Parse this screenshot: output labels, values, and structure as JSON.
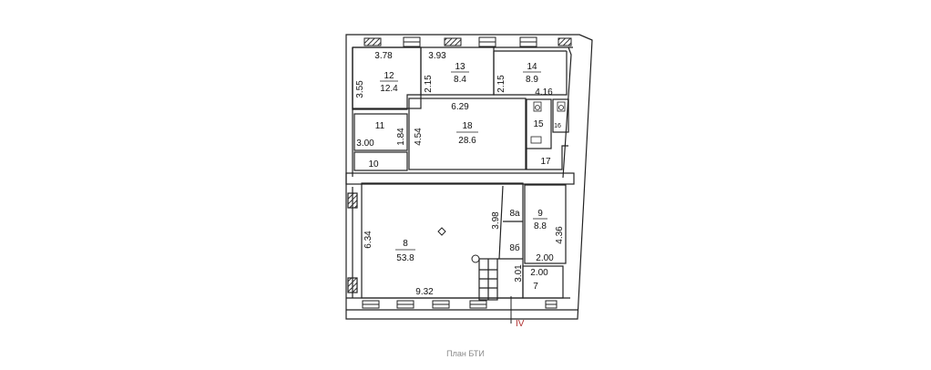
{
  "caption": "План БТИ",
  "section_marker": "IV",
  "colors": {
    "wall": "#222222",
    "hatch": "#333333",
    "section_marker": "#b03030",
    "caption": "#8a8a8a",
    "background": "#ffffff"
  },
  "rooms": [
    {
      "id": "12",
      "area": "12.4"
    },
    {
      "id": "13",
      "area": "8.4"
    },
    {
      "id": "14",
      "area": "8.9"
    },
    {
      "id": "18",
      "area": "28.6"
    },
    {
      "id": "11"
    },
    {
      "id": "10"
    },
    {
      "id": "15"
    },
    {
      "id": "16"
    },
    {
      "id": "17"
    },
    {
      "id": "8",
      "area": "53.8"
    },
    {
      "id": "8а"
    },
    {
      "id": "8б"
    },
    {
      "id": "9",
      "area": "8.8"
    },
    {
      "id": "7"
    }
  ],
  "dimensions": {
    "room12_width": "3.78",
    "room12_height": "3.55",
    "room13_width": "3.93",
    "room13_height": "2.15",
    "room14_height": "2.15",
    "room14_width": "4.16",
    "room18_width": "6.29",
    "room18_height": "4.54",
    "room11_height": "1.84",
    "room10_width": "3.00",
    "room8_height": "6.34",
    "room8_width": "9.32",
    "room8a_height": "3.98",
    "room9_height": "4.36",
    "room9_width": "2.00",
    "room7_width": "2.00",
    "stair_height": "3.01"
  }
}
